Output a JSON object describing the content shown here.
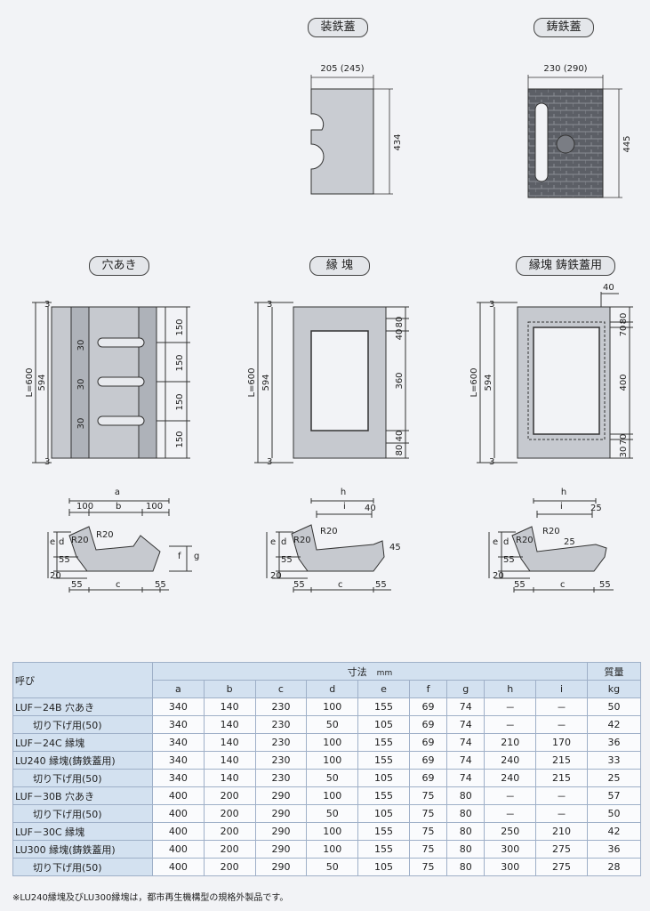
{
  "labels": {
    "cover_steel": "装鉄蓋",
    "cover_cast": "鋳鉄蓋",
    "hole": "穴あき",
    "edge": "縁 塊",
    "edge_cast": "縁塊 鋳鉄蓋用"
  },
  "dims": {
    "steel_w": "205 (245)",
    "steel_h": "434",
    "cast_w": "230 (290)",
    "cast_h": "445",
    "L600": "L=600",
    "d594": "594",
    "d3": "3",
    "d150": "150",
    "d30": "30",
    "d40": "40",
    "d80": "80",
    "d360": "360",
    "d400": "400",
    "d70": "70",
    "d25": "25",
    "d100": "100",
    "d55": "55",
    "d20": "20",
    "d45": "45",
    "R20": "R20",
    "la": "a",
    "lb": "b",
    "lc": "c",
    "ld": "d",
    "le": "e",
    "lf": "f",
    "lg": "g",
    "lh": "h",
    "li": "i"
  },
  "table": {
    "h_name": "呼び",
    "h_size": "寸法",
    "h_unit": "mm",
    "h_mass": "質量",
    "h_mass_unit": "kg",
    "cols": [
      "a",
      "b",
      "c",
      "d",
      "e",
      "f",
      "g",
      "h",
      "i"
    ],
    "rows": [
      {
        "name": "LUF－24B 穴あき",
        "sub": false,
        "v": [
          "340",
          "140",
          "230",
          "100",
          "155",
          "69",
          "74",
          "－",
          "－",
          "50"
        ]
      },
      {
        "name": "切り下げ用(50)",
        "sub": true,
        "v": [
          "340",
          "140",
          "230",
          "50",
          "105",
          "69",
          "74",
          "－",
          "－",
          "42"
        ]
      },
      {
        "name": "LUF－24C 縁塊",
        "sub": false,
        "v": [
          "340",
          "140",
          "230",
          "100",
          "155",
          "69",
          "74",
          "210",
          "170",
          "36"
        ]
      },
      {
        "name": "LU240 縁塊(鋳鉄蓋用)",
        "sub": false,
        "v": [
          "340",
          "140",
          "230",
          "100",
          "155",
          "69",
          "74",
          "240",
          "215",
          "33"
        ]
      },
      {
        "name": "切り下げ用(50)",
        "sub": true,
        "v": [
          "340",
          "140",
          "230",
          "50",
          "105",
          "69",
          "74",
          "240",
          "215",
          "25"
        ]
      },
      {
        "name": "LUF－30B 穴あき",
        "sub": false,
        "v": [
          "400",
          "200",
          "290",
          "100",
          "155",
          "75",
          "80",
          "－",
          "－",
          "57"
        ]
      },
      {
        "name": "切り下げ用(50)",
        "sub": true,
        "v": [
          "400",
          "200",
          "290",
          "50",
          "105",
          "75",
          "80",
          "－",
          "－",
          "50"
        ]
      },
      {
        "name": "LUF－30C 縁塊",
        "sub": false,
        "v": [
          "400",
          "200",
          "290",
          "100",
          "155",
          "75",
          "80",
          "250",
          "210",
          "42"
        ]
      },
      {
        "name": "LU300 縁塊(鋳鉄蓋用)",
        "sub": false,
        "v": [
          "400",
          "200",
          "290",
          "100",
          "155",
          "75",
          "80",
          "300",
          "275",
          "36"
        ]
      },
      {
        "name": "切り下げ用(50)",
        "sub": true,
        "v": [
          "400",
          "200",
          "290",
          "50",
          "105",
          "75",
          "80",
          "300",
          "275",
          "28"
        ]
      }
    ]
  },
  "note": "※LU240縁塊及びLU300縁塊は，都市再生機構型の規格外製品です。"
}
